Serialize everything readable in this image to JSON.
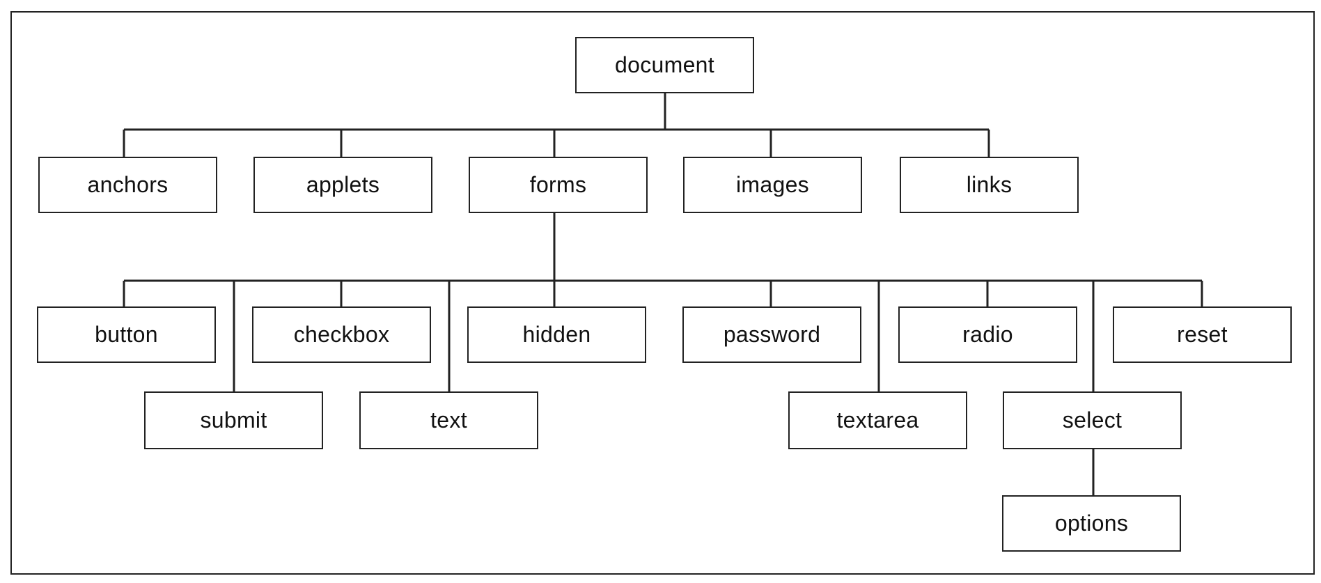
{
  "diagram": {
    "root": {
      "label": "document"
    },
    "collections": [
      {
        "label": "anchors"
      },
      {
        "label": "applets"
      },
      {
        "label": "forms"
      },
      {
        "label": "images"
      },
      {
        "label": "links"
      }
    ],
    "form_elements": [
      {
        "label": "button"
      },
      {
        "label": "submit"
      },
      {
        "label": "checkbox"
      },
      {
        "label": "text"
      },
      {
        "label": "hidden"
      },
      {
        "label": "password"
      },
      {
        "label": "textarea"
      },
      {
        "label": "radio"
      },
      {
        "label": "select"
      },
      {
        "label": "reset"
      }
    ],
    "select_child": {
      "label": "options"
    },
    "edges": [
      [
        "document",
        "anchors"
      ],
      [
        "document",
        "applets"
      ],
      [
        "document",
        "forms"
      ],
      [
        "document",
        "images"
      ],
      [
        "document",
        "links"
      ],
      [
        "forms",
        "button"
      ],
      [
        "forms",
        "submit"
      ],
      [
        "forms",
        "checkbox"
      ],
      [
        "forms",
        "text"
      ],
      [
        "forms",
        "hidden"
      ],
      [
        "forms",
        "password"
      ],
      [
        "forms",
        "textarea"
      ],
      [
        "forms",
        "radio"
      ],
      [
        "forms",
        "select"
      ],
      [
        "forms",
        "reset"
      ],
      [
        "select",
        "options"
      ]
    ]
  }
}
